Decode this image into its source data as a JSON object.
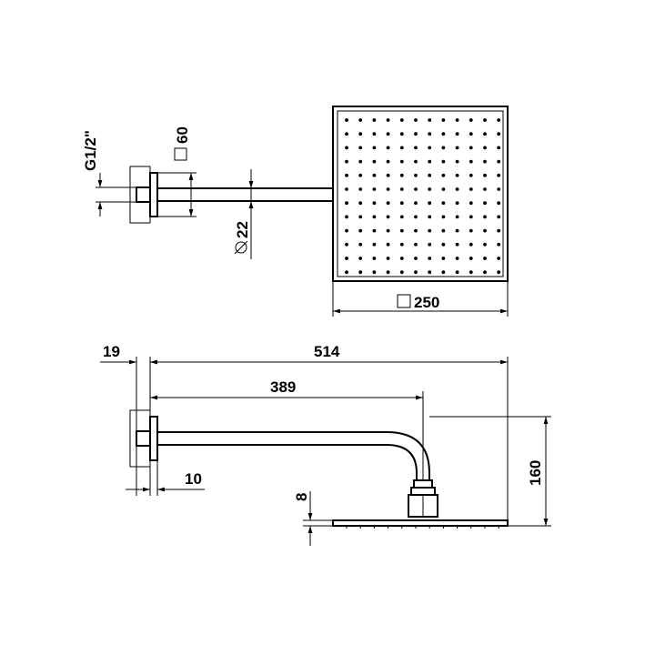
{
  "top_view": {
    "dim_thread": "G1/2\"",
    "dim_flange": "60",
    "dim_arm_diameter": "22",
    "dim_head_width": "250"
  },
  "side_view": {
    "dim_wall_offset": "19",
    "dim_total_length": "514",
    "dim_arm_reach": "389",
    "dim_flange_depth": "10",
    "dim_drop_height": "160",
    "dim_head_thickness": "8"
  }
}
